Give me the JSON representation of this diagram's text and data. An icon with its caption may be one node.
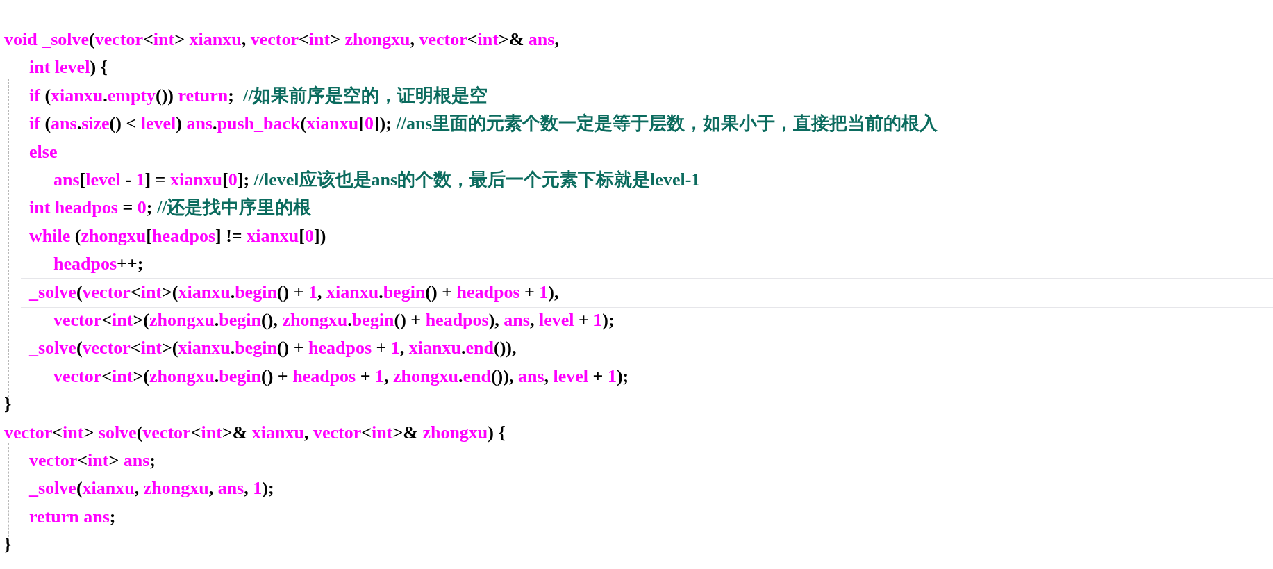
{
  "diagram": {
    "labels": [
      "void _solve(vector<int> xianxu, vector<int> zhongxu, vector<int>& ans,",
      "int level) {",
      "if (xianxu.empty()) return;  //如果前序是空的，证明根是空",
      "if (ans.size() < level) ans.push_back(xianxu[0]); //ans里面的元素个数一定是等于层数，如果小于，直接把当前的根入",
      "else",
      "ans[level - 1] = xianxu[0]; //level应该也是ans的个数，最后一个元素下标就是level-1",
      "int headpos = 0; //还是找中序里的根",
      "while (zhongxu[headpos] != xianxu[0])",
      "headpos++;",
      "_solve(vector<int>(xianxu.begin() + 1, xianxu.begin() + headpos + 1),",
      "vector<int>(zhongxu.begin(), zhongxu.begin() + headpos), ans, level + 1);",
      "_solve(vector<int>(xianxu.begin() + headpos + 1, xianxu.end()),",
      "vector<int>(zhongxu.begin() + headpos + 1, zhongxu.end()), ans, level + 1);",
      "}",
      "vector<int> solve(vector<int>& xianxu, vector<int>& zhongxu) {",
      "vector<int> ans;",
      "_solve(xianxu, zhongxu, ans, 1);",
      "return ans;",
      "}"
    ]
  }
}
